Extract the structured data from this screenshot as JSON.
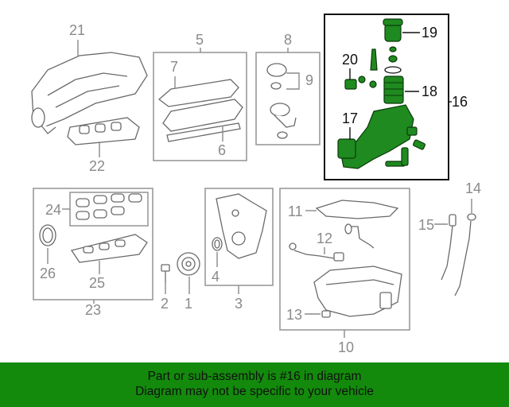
{
  "callouts": {
    "c1": "1",
    "c2": "2",
    "c3": "3",
    "c4": "4",
    "c5": "5",
    "c6": "6",
    "c7": "7",
    "c8": "8",
    "c9": "9",
    "c10": "10",
    "c11": "11",
    "c12": "12",
    "c13": "13",
    "c14": "14",
    "c15": "15",
    "c16": "16",
    "c17": "17",
    "c18": "18",
    "c19": "19",
    "c20": "20",
    "c21": "21",
    "c22": "22",
    "c23": "23",
    "c24": "24",
    "c25": "25",
    "c26": "26"
  },
  "highlight_color": "#1f8a1f",
  "banner": {
    "line1": "Part or sub-assembly is #16 in diagram",
    "line2": "Diagram may not be specific to your vehicle",
    "background": "#138a0c"
  }
}
